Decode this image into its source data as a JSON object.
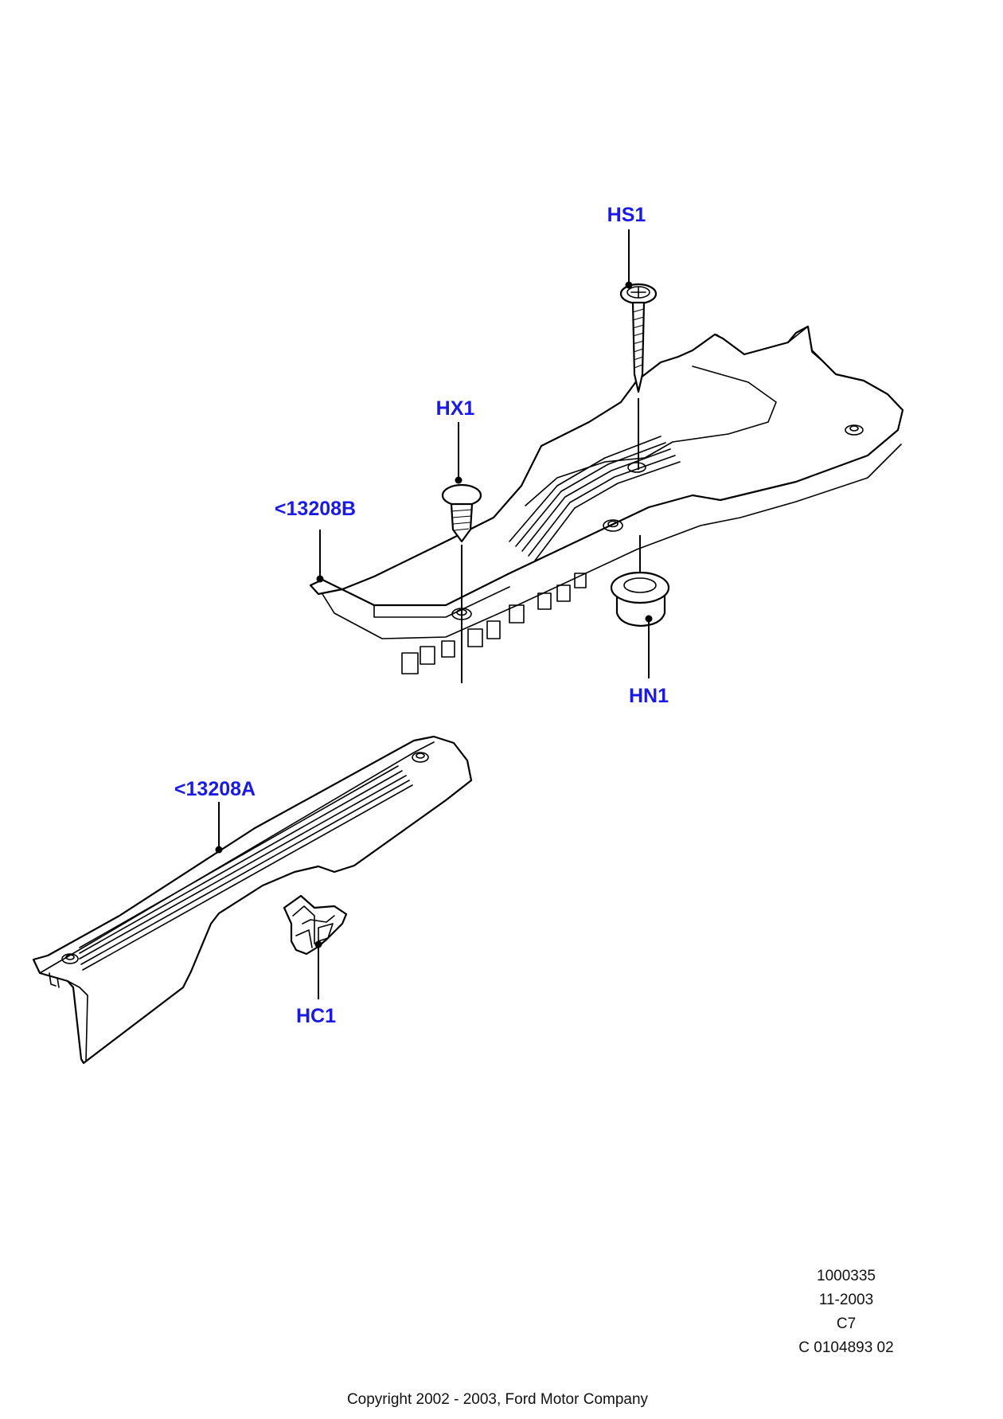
{
  "callouts": {
    "hs1": "HS1",
    "hx1": "HX1",
    "p13208b": "<13208B",
    "hn1": "HN1",
    "p13208a": "<13208A",
    "hc1": "HC1"
  },
  "reference": {
    "line1": "1000335",
    "line2": "11-2003",
    "line3": "C7",
    "line4": "C 0104893 02"
  },
  "copyright": "Copyright 2002 - 2003, Ford Motor Company",
  "colors": {
    "callout": "#1a1ae6",
    "linework": "#000000"
  }
}
